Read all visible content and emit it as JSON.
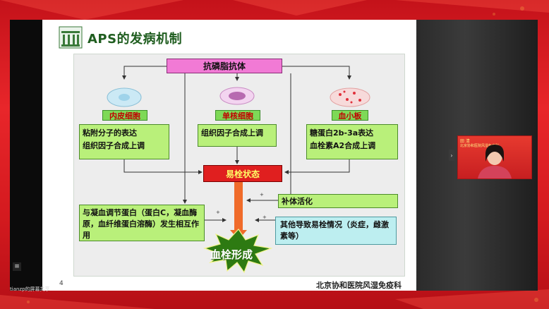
{
  "slide": {
    "title": "APS的发病机制",
    "page_number": "4",
    "footer": "北京协和医院风湿免疫科"
  },
  "diagram": {
    "top": "抗磷脂抗体",
    "cells": [
      {
        "label": "内皮细胞",
        "text_1": "粘附分子的表达",
        "text_2": "组织因子合成上调"
      },
      {
        "label": "单核细胞",
        "text_1": "组织因子合成上调",
        "text_2": ""
      },
      {
        "label": "血小板",
        "text_1": "糖蛋白2b-3a表达",
        "text_2": "血栓素A2合成上调"
      }
    ],
    "center": "易栓状态",
    "complement": "补体活化",
    "coag_proteins": "与凝血调节蛋白（蛋白C，凝血酶原，血纤维蛋白溶酶）发生相互作用",
    "other_factors": "其他导致易栓情况（炎症，雌激素等）",
    "result": "血栓形成",
    "plus": "+"
  },
  "video": {
    "speaker_caption_1": "田 清",
    "speaker_caption_2": "北京协和医院风湿免疫科"
  },
  "bottom_bar": {
    "label": "tianzp的屏幕共享"
  },
  "controls": {
    "menu_glyph": "≡",
    "collapse_glyph": "›"
  },
  "colors": {
    "background": "#d41a1f",
    "title_green": "#1f5d1f",
    "magenta": "#f17ad5",
    "green_box": "#b9f07a",
    "red_box": "#e01f1f",
    "teal_box": "#bdeef0"
  }
}
